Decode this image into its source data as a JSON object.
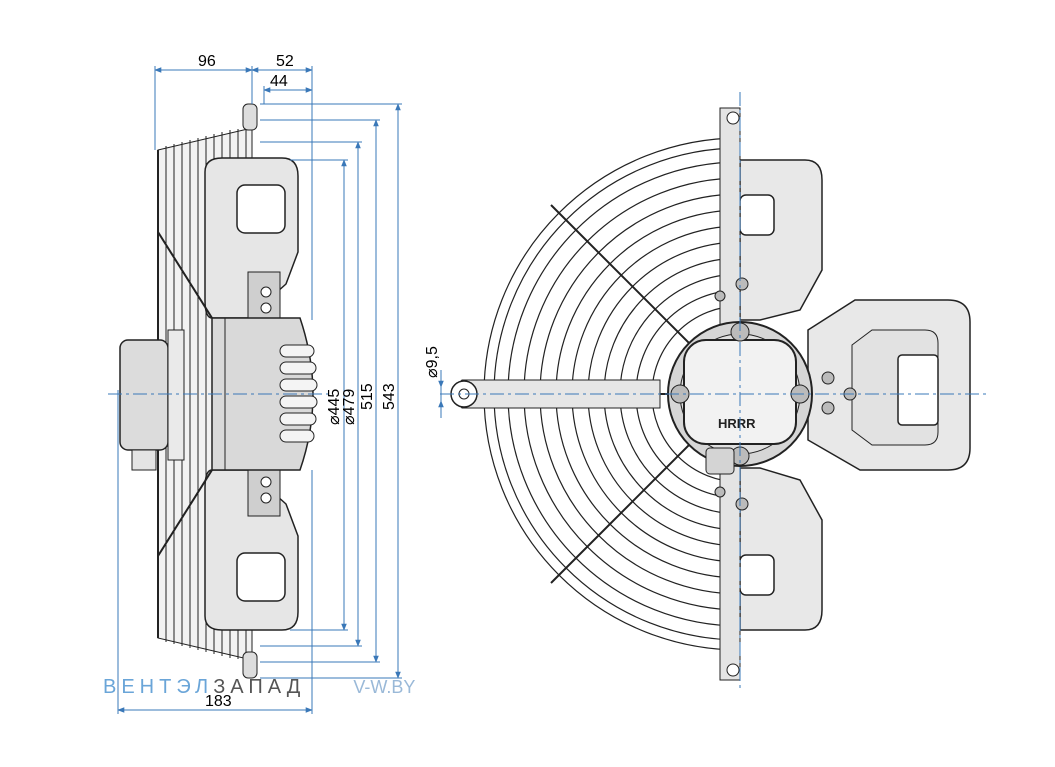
{
  "dimensions": {
    "width_96": "96",
    "width_52": "52",
    "width_44": "44",
    "width_183": "183",
    "dia_445": "⌀445",
    "dia_479": "⌀479",
    "dia_515": "515",
    "dia_543": "543",
    "hole_dia": "⌀9,5"
  },
  "watermark": {
    "part1": "ВЕНТЭЛ",
    "part2": "ЗАПАД",
    "site": "V-W.BY"
  },
  "motor_label": "HRRR",
  "colors": {
    "dimension_line": "#3a78b8",
    "outline": "#222222",
    "fill_light": "#eeeeee",
    "fill_mid": "#d9d9d9"
  }
}
